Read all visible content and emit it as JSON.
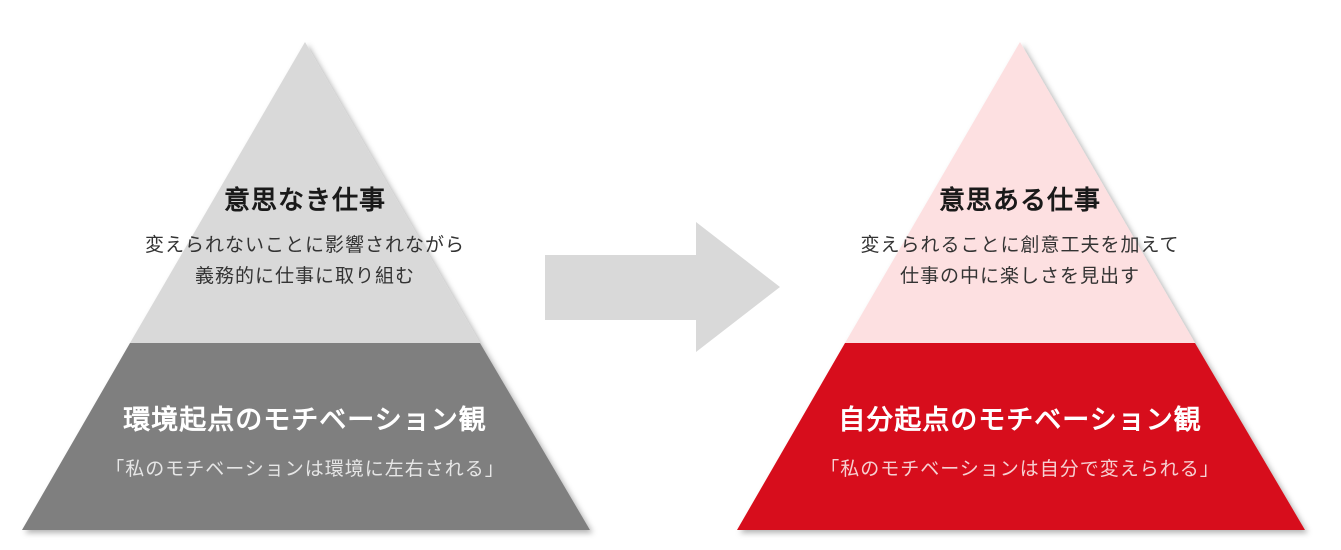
{
  "colors": {
    "gray_light": "#d9d9d9",
    "gray_dark": "#7f7f7f",
    "pink_light": "#fde0e1",
    "red": "#d7101a",
    "arrow": "#d9d9d9"
  },
  "left": {
    "top_title": "意思なき仕事",
    "top_desc": [
      "変えられないことに影響されながら",
      "義務的に仕事に取り組む"
    ],
    "bottom_title": "環境起点のモチベーション観",
    "bottom_quote": "「私のモチベーションは環境に左右される」"
  },
  "right": {
    "top_title": "意思ある仕事",
    "top_desc": [
      "変えられることに創意工夫を加えて",
      "仕事の中に楽しさを見出す"
    ],
    "bottom_title": "自分起点のモチベーション観",
    "bottom_quote": "「私のモチベーションは自分で変えられる」"
  }
}
